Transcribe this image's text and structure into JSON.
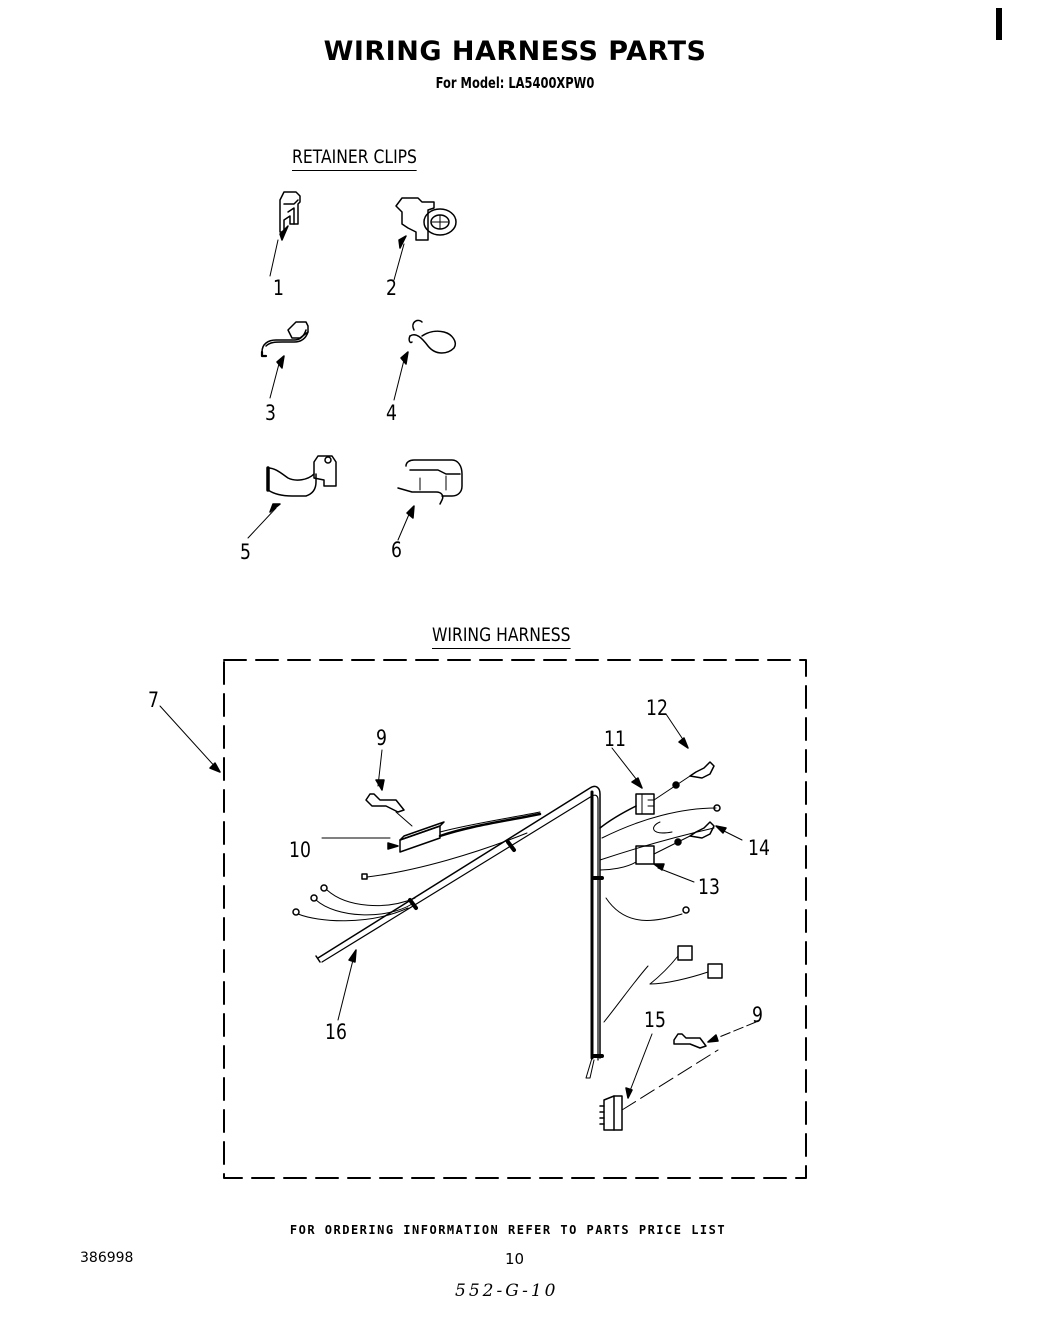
{
  "page": {
    "title": "WIRING HARNESS PARTS",
    "subtitle": "For Model: LA5400XPW0"
  },
  "retainer_clips": {
    "heading": "RETAINER CLIPS",
    "items": [
      {
        "callout": "1"
      },
      {
        "callout": "2"
      },
      {
        "callout": "3"
      },
      {
        "callout": "4"
      },
      {
        "callout": "5"
      },
      {
        "callout": "6"
      }
    ]
  },
  "wiring_harness": {
    "heading": "WIRING HARNESS",
    "callouts": {
      "c7": "7",
      "c9a": "9",
      "c9b": "9",
      "c10": "10",
      "c11": "11",
      "c12": "12",
      "c13": "13",
      "c14": "14",
      "c15": "15",
      "c16": "16"
    }
  },
  "footer": {
    "note": "FOR ORDERING INFORMATION REFER TO PARTS PRICE LIST",
    "doc_number": "386998",
    "page_number": "10",
    "handwritten": "552-G-10"
  }
}
